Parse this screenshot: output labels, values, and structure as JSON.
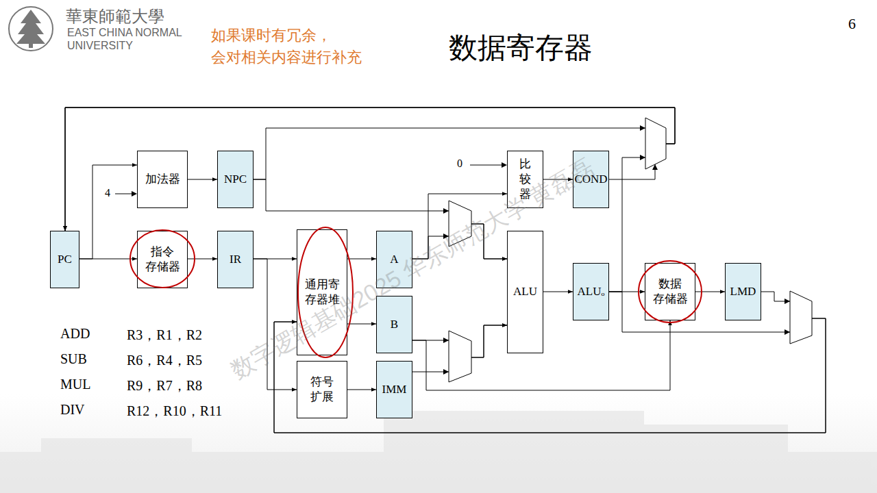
{
  "diagram": {
    "title": "数据寄存器",
    "nodes": [
      {
        "text": [
          "PC"
        ]
      },
      {
        "text": [
          "加法器"
        ]
      },
      {
        "text": [
          "NPC"
        ]
      },
      {
        "text": [
          "指令 存储器"
        ]
      },
      {
        "text": [
          "IR"
        ]
      },
      {
        "text": [
          "通用寄 存器堆"
        ]
      },
      {
        "text": [
          "A"
        ]
      },
      {
        "text": [
          "B"
        ]
      },
      {
        "text": [
          "符号 扩展"
        ]
      },
      {
        "text": [
          "IMM"
        ]
      },
      {
        "text": [
          "比 较 器"
        ]
      },
      {
        "text": [
          "COND"
        ]
      },
      {
        "text": [
          "ALU"
        ]
      },
      {
        "text": [
          "ALUₒ"
        ]
      },
      {
        "text": [
          "数据 存储器"
        ]
      },
      {
        "text": [
          "LMD"
        ]
      }
    ],
    "edges": [
      {
        "from": 0,
        "to": 1,
        "arrow": "to"
      },
      {
        "from": 0,
        "to": 3,
        "arrow": "to"
      },
      {
        "from": 1,
        "to": 2,
        "arrow": "to"
      },
      {
        "from": 3,
        "to": 4,
        "arrow": "to"
      },
      {
        "from": 4,
        "to": 5,
        "arrow": "to"
      },
      {
        "from": 4,
        "to": 8,
        "arrow": "to"
      },
      {
        "from": 5,
        "to": 6,
        "arrow": "to"
      },
      {
        "from": 5,
        "to": 7,
        "arrow": "to"
      },
      {
        "from": 8,
        "to": 9,
        "arrow": "to"
      },
      {
        "from": 2,
        "to": 0,
        "arrow": "to"
      },
      {
        "from": 13,
        "to": 0,
        "arrow": "to"
      },
      {
        "from": 11,
        "to": 0,
        "arrow": "to"
      },
      {
        "from": 6,
        "to": 10,
        "arrow": "to"
      },
      {
        "from": 6,
        "to": 12,
        "arrow": "to"
      },
      {
        "from": 2,
        "to": 12,
        "arrow": "to"
      },
      {
        "from": 7,
        "to": 12,
        "arrow": "to"
      },
      {
        "from": 9,
        "to": 12,
        "arrow": "to"
      },
      {
        "from": 7,
        "to": 14,
        "arrow": "to"
      },
      {
        "from": 10,
        "to": 11,
        "arrow": "to"
      },
      {
        "from": 12,
        "to": 13,
        "arrow": "to"
      },
      {
        "from": 13,
        "to": 14,
        "arrow": "to"
      },
      {
        "from": 14,
        "to": 15,
        "arrow": "to"
      },
      {
        "from": 13,
        "to": 5,
        "arrow": "to"
      },
      {
        "from": 15,
        "to": 5,
        "arrow": "to"
      }
    ],
    "labels": [
      "華東師範大學",
      "EAST CHINA NORMAL UNIVERSITY",
      "如果课时有冗余， 会对相关内容进行补充",
      "6",
      "0",
      "4",
      "ADD",
      "R3，R1，R2",
      "SUB",
      "R6，R4，R5",
      "MUL",
      "R9，R7，R8",
      "DIV",
      "R12，R10，R11",
      "数字逻辑基础2025 华东师范大学 黄磊磊"
    ]
  }
}
